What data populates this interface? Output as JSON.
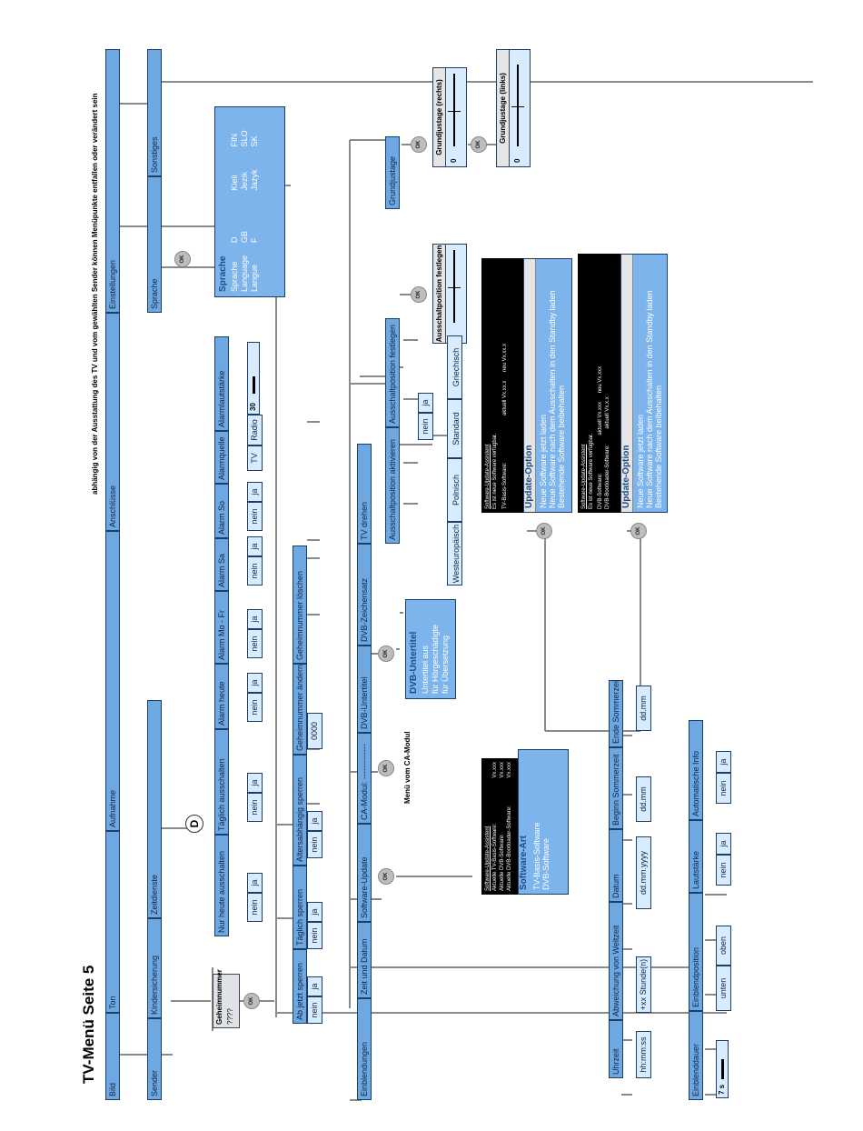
{
  "title": "TV-Menü Seite 5",
  "note": "abhängig von der Ausstattung des TV und vom gewählten Sender können Menüpunkte entfallen oder verändert sein",
  "main_menu": [
    "Bild",
    "Ton",
    "Aufnahme",
    "Anschlüsse",
    "Einstellungen"
  ],
  "sub_menu": [
    "Sender",
    "Zeitdienste",
    "Kindersicherung",
    "Sprache",
    "Sonstiges"
  ],
  "ok": "OK",
  "d_marker": "D",
  "kinder": {
    "geheim_title": "Geheimnummer",
    "geheim_value": "????",
    "items": [
      "Ab jetzt sperren",
      "Täglich sperren",
      "Altersabhängig sperren",
      "Geheimnummer ändern",
      "Geheimnummer löschen"
    ],
    "code_value": "0000"
  },
  "zeitdienste": {
    "items": [
      "Nur heute ausschalten",
      "Täglich ausschalten",
      "Alarm heute",
      "Alarm Mo - Fr",
      "Alarm Sa",
      "Alarm So",
      "Alarmquelle",
      "Alarmlautstärke"
    ],
    "sources": [
      "TV",
      "Radio"
    ],
    "volume": "30",
    "volume_level": 0.35
  },
  "yes": "ja",
  "no": "nein",
  "sprache": {
    "title": "Sprache",
    "col_labels": [
      "Sprache",
      "Language",
      "Langue"
    ],
    "col1": [
      "D",
      "GB",
      "F"
    ],
    "col2": [
      "Kieli",
      "Jezik",
      "Jazyk"
    ],
    "col3": [
      "FIN",
      "SLO",
      "SK"
    ]
  },
  "einst": {
    "items": [
      "Einblendungen",
      "Zeit und Datum",
      "Software-Update",
      "CA-Modul: -------------",
      "DVB-Untertitel",
      "DVB-Zeichensatz",
      "TV drehen"
    ],
    "einblend_items": [
      "Einblenddauer",
      "Einblendposition",
      "Lautstärke",
      "Automatische Info"
    ],
    "einblend_value": "7 s",
    "einblend_level": 0.55,
    "positions": [
      "unten",
      "oben"
    ],
    "zeit_items": [
      "Uhrzeit",
      "Abweichung von Weltzeit",
      "Datum",
      "Beginn Sommerzeit",
      "Ende Sommerzeit"
    ],
    "zeit_values": [
      "hh:mm:ss",
      "+xx Stunde(n)",
      "dd.mm.yyyy",
      "dd.mm",
      "dd.mm"
    ],
    "ca_text": "Menü vom CA-Modul",
    "charsets": [
      "Westeuropäisch",
      "Polnisch",
      "Standard",
      "Griechisch"
    ]
  },
  "sw_info": {
    "title": "Software-Update-Assistent",
    "rows": [
      [
        "Aktuelle TV-Basis-Software:",
        "Vx.xxx"
      ],
      [
        "Aktuelle DVB-Software:",
        "Vx.xxx"
      ],
      [
        "Aktuelle DVB-Bootloader-Software:",
        "Vx.xxx"
      ]
    ]
  },
  "sw_art": {
    "title": "Software-Art",
    "items": [
      "TV-Basis-Software",
      "DVB-Software"
    ]
  },
  "update1": {
    "title": "Software-Update-Assistent",
    "line": "Es ist neue Software verfügbar.",
    "row_label": "TV-Basis-Software:",
    "current": "aktuell Vx.xx.x",
    "new": "neu Vx.xx.x"
  },
  "update2": {
    "title": "Software-Update-Assistent",
    "line": "Es ist neue Software verfügbar.",
    "row1_label": "DVB-Software:",
    "row1_current": "aktuell Vx.xxx",
    "row1_new": "neu Vx.xxx",
    "row2_label": "DVB-Bootloader-Software:",
    "row2_current": "aktuell Vx.x.x"
  },
  "update_opt": {
    "title": "Update-Option",
    "items": [
      "Neue Software jetzt laden",
      "Neue Software nach dem Ausschalten in den Standby laden",
      "Bestehende Software beibehalten"
    ]
  },
  "dvb_ut": {
    "title": "DVB-Untertitel",
    "items": [
      "Untertitel aus",
      "für Hörgeschädigte",
      "für Übersetzung"
    ]
  },
  "sonstiges": {
    "items": [
      "Ausschaltposition aktivieren",
      "Ausschaltposition festlegen",
      "Grundjustage"
    ],
    "slider1": "Ausschaltposition festlegen",
    "slider2": "Grundjustage (rechts)",
    "slider3": "Grundjustage (links)",
    "slider_value": "0"
  }
}
